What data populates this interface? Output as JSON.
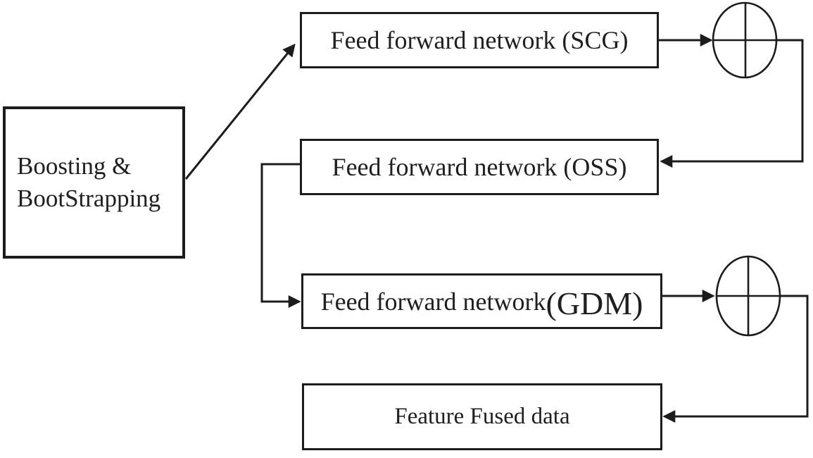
{
  "figure": {
    "background_color": "#ffffff",
    "ink_color": "#1c1c1c",
    "nodes": {
      "boosting": {
        "line1": "Boosting &",
        "line2": "BootStrapping"
      },
      "scg": {
        "label": "Feed forward network (SCG)"
      },
      "oss": {
        "label": "Feed forward network (OSS)"
      },
      "gdm": {
        "label_main": "Feed forward network",
        "label_paren": "(GDM)"
      },
      "fused": {
        "label": "Feature Fused data"
      }
    },
    "operators": {
      "sum1": {
        "icon": "circle-plus-icon"
      },
      "sum2": {
        "icon": "circle-plus-icon"
      }
    },
    "edges": [
      {
        "from": "boosting",
        "to": "scg"
      },
      {
        "from": "scg",
        "to": "sum1"
      },
      {
        "from": "sum1",
        "to": "oss"
      },
      {
        "from": "oss",
        "to": "gdm"
      },
      {
        "from": "gdm",
        "to": "sum2"
      },
      {
        "from": "sum2",
        "to": "fused"
      }
    ]
  }
}
